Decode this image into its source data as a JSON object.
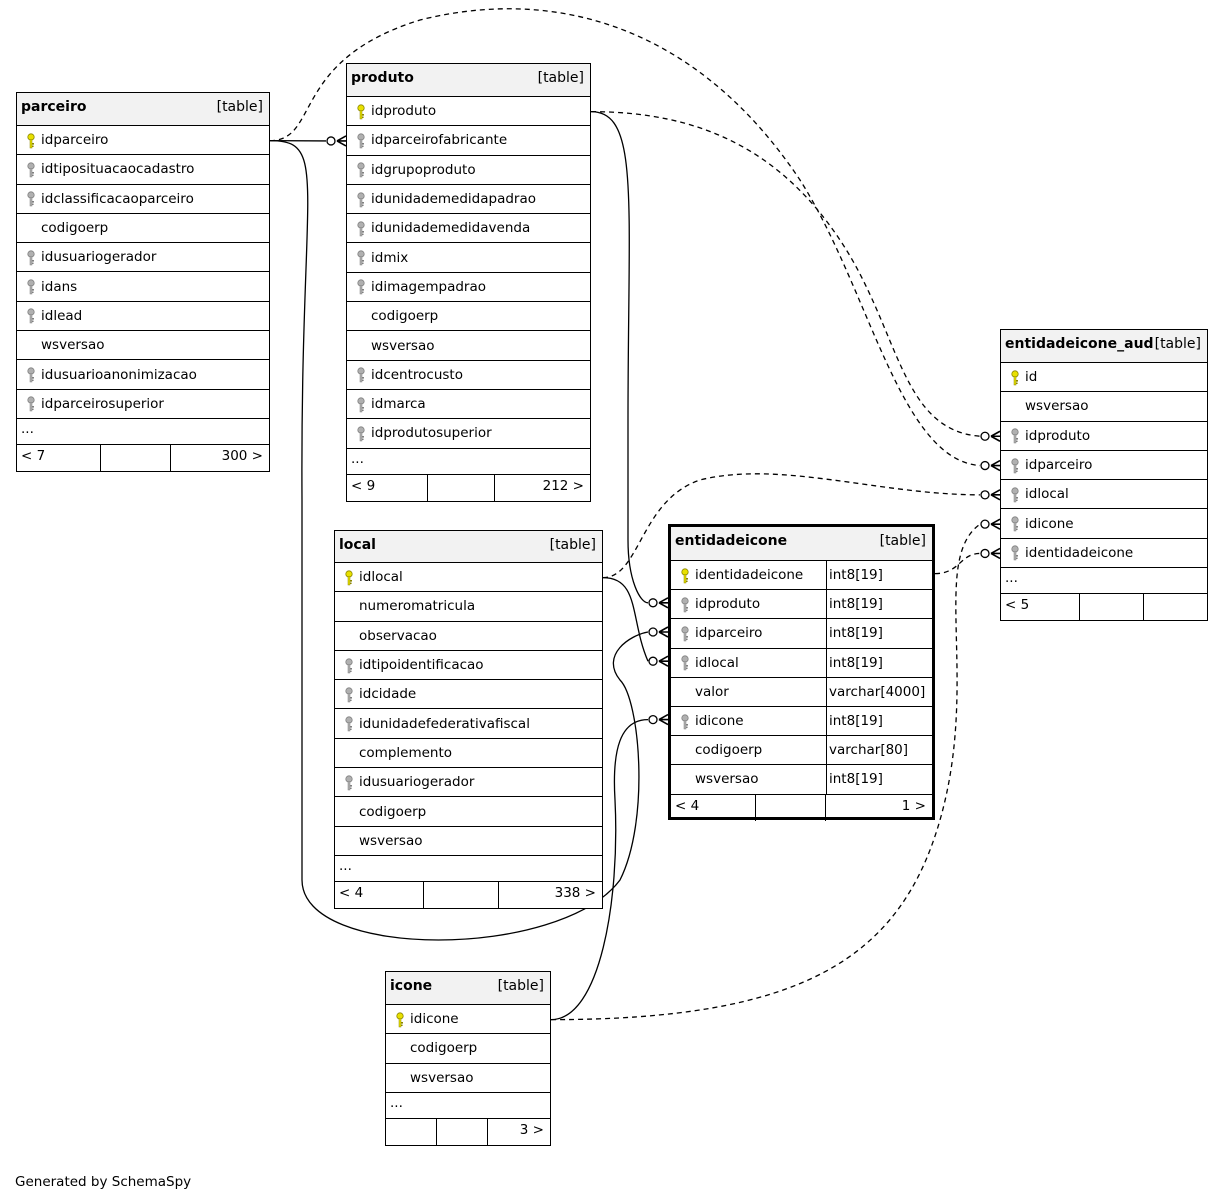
{
  "footer": "Generated by SchemaSpy",
  "tables": {
    "parceiro": {
      "name": "parceiro",
      "type": "[table]",
      "columns": [
        {
          "name": "idparceiro",
          "key": "primary"
        },
        {
          "name": "idtiposituacaocadastro",
          "key": "foreign"
        },
        {
          "name": "idclassificacaoparceiro",
          "key": "foreign"
        },
        {
          "name": "codigoerp",
          "key": "none"
        },
        {
          "name": "idusuariogerador",
          "key": "foreign"
        },
        {
          "name": "idans",
          "key": "foreign"
        },
        {
          "name": "idlead",
          "key": "foreign"
        },
        {
          "name": "wsversao",
          "key": "none"
        },
        {
          "name": "idusuarioanonimizacao",
          "key": "foreign"
        },
        {
          "name": "idparceirosuperior",
          "key": "foreign"
        }
      ],
      "more": "...",
      "stats": [
        "< 7",
        "",
        "300 >"
      ]
    },
    "produto": {
      "name": "produto",
      "type": "[table]",
      "columns": [
        {
          "name": "idproduto",
          "key": "primary"
        },
        {
          "name": "idparceirofabricante",
          "key": "foreign"
        },
        {
          "name": "idgrupoproduto",
          "key": "foreign"
        },
        {
          "name": "idunidademedidapadrao",
          "key": "foreign"
        },
        {
          "name": "idunidademedidavenda",
          "key": "foreign"
        },
        {
          "name": "idmix",
          "key": "foreign"
        },
        {
          "name": "idimagempadrao",
          "key": "foreign"
        },
        {
          "name": "codigoerp",
          "key": "none"
        },
        {
          "name": "wsversao",
          "key": "none"
        },
        {
          "name": "idcentrocusto",
          "key": "foreign"
        },
        {
          "name": "idmarca",
          "key": "foreign"
        },
        {
          "name": "idprodutosuperior",
          "key": "foreign"
        }
      ],
      "more": "...",
      "stats": [
        "< 9",
        "",
        "212 >"
      ]
    },
    "local": {
      "name": "local",
      "type": "[table]",
      "columns": [
        {
          "name": "idlocal",
          "key": "primary"
        },
        {
          "name": "numeromatricula",
          "key": "none"
        },
        {
          "name": "observacao",
          "key": "none"
        },
        {
          "name": "idtipoidentificacao",
          "key": "foreign"
        },
        {
          "name": "idcidade",
          "key": "foreign"
        },
        {
          "name": "idunidadefederativafiscal",
          "key": "foreign"
        },
        {
          "name": "complemento",
          "key": "none"
        },
        {
          "name": "idusuariogerador",
          "key": "foreign"
        },
        {
          "name": "codigoerp",
          "key": "none"
        },
        {
          "name": "wsversao",
          "key": "none"
        }
      ],
      "more": "...",
      "stats": [
        "< 4",
        "",
        "338 >"
      ]
    },
    "entidadeicone": {
      "name": "entidadeicone",
      "type": "[table]",
      "columns": [
        {
          "name": "identidadeicone",
          "key": "primary",
          "type": "int8[19]"
        },
        {
          "name": "idproduto",
          "key": "foreign",
          "type": "int8[19]"
        },
        {
          "name": "idparceiro",
          "key": "foreign",
          "type": "int8[19]"
        },
        {
          "name": "idlocal",
          "key": "foreign",
          "type": "int8[19]"
        },
        {
          "name": "valor",
          "key": "none",
          "type": "varchar[4000]"
        },
        {
          "name": "idicone",
          "key": "foreign",
          "type": "int8[19]"
        },
        {
          "name": "codigoerp",
          "key": "none",
          "type": "varchar[80]"
        },
        {
          "name": "wsversao",
          "key": "none",
          "type": "int8[19]"
        }
      ],
      "stats": [
        "< 4",
        "",
        "1 >"
      ]
    },
    "icone": {
      "name": "icone",
      "type": "[table]",
      "columns": [
        {
          "name": "idicone",
          "key": "primary"
        },
        {
          "name": "codigoerp",
          "key": "none"
        },
        {
          "name": "wsversao",
          "key": "none"
        }
      ],
      "more": "...",
      "stats": [
        "",
        "",
        "3 >"
      ]
    },
    "entidadeicone_aud": {
      "name": "entidadeicone_aud",
      "type": "[table]",
      "columns": [
        {
          "name": "id",
          "key": "primary"
        },
        {
          "name": "wsversao",
          "key": "none"
        },
        {
          "name": "idproduto",
          "key": "foreign"
        },
        {
          "name": "idparceiro",
          "key": "foreign"
        },
        {
          "name": "idlocal",
          "key": "foreign"
        },
        {
          "name": "idicone",
          "key": "foreign"
        },
        {
          "name": "identidadeicone",
          "key": "foreign"
        }
      ],
      "more": "...",
      "stats": [
        "< 5",
        "",
        ""
      ]
    }
  },
  "relationships": [
    {
      "from": "parceiro.idparceiro",
      "to": "produto.idparceirofabricante",
      "style": "solid"
    },
    {
      "from": "parceiro.idparceiro",
      "to": "entidadeicone.idparceiro",
      "style": "solid"
    },
    {
      "from": "parceiro.idparceiro",
      "to": "entidadeicone_aud.idparceiro",
      "style": "dashed"
    },
    {
      "from": "produto.idproduto",
      "to": "entidadeicone.idproduto",
      "style": "solid"
    },
    {
      "from": "produto.idproduto",
      "to": "entidadeicone_aud.idproduto",
      "style": "dashed"
    },
    {
      "from": "local.idlocal",
      "to": "entidadeicone.idlocal",
      "style": "solid"
    },
    {
      "from": "local.idlocal",
      "to": "entidadeicone_aud.idlocal",
      "style": "dashed"
    },
    {
      "from": "icone.idicone",
      "to": "entidadeicone.idicone",
      "style": "solid"
    },
    {
      "from": "icone.idicone",
      "to": "entidadeicone_aud.idicone",
      "style": "dashed"
    },
    {
      "from": "entidadeicone.identidadeicone",
      "to": "entidadeicone_aud.identidadeicone",
      "style": "dashed"
    }
  ]
}
